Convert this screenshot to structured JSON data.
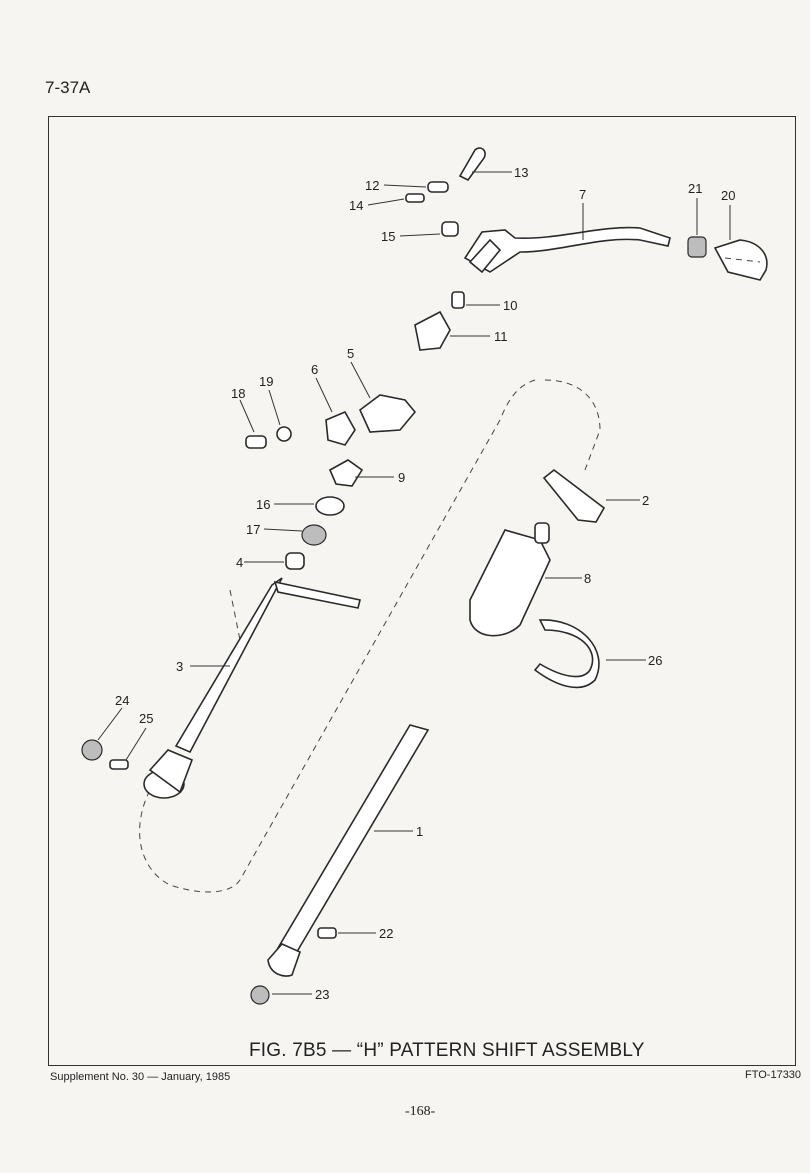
{
  "header": {
    "page_code": "7-37A"
  },
  "figure": {
    "caption": "FIG. 7B5 — “H” PATTERN SHIFT ASSEMBLY",
    "callouts": [
      "1",
      "2",
      "3",
      "4",
      "5",
      "6",
      "7",
      "8",
      "9",
      "10",
      "11",
      "12",
      "13",
      "14",
      "15",
      "16",
      "17",
      "18",
      "19",
      "20",
      "21",
      "22",
      "23",
      "24",
      "25",
      "26"
    ]
  },
  "footer": {
    "supplement": "Supplement No. 30 — January, 1985",
    "figure_code": "FTO-17330",
    "page_number": "-168-"
  }
}
